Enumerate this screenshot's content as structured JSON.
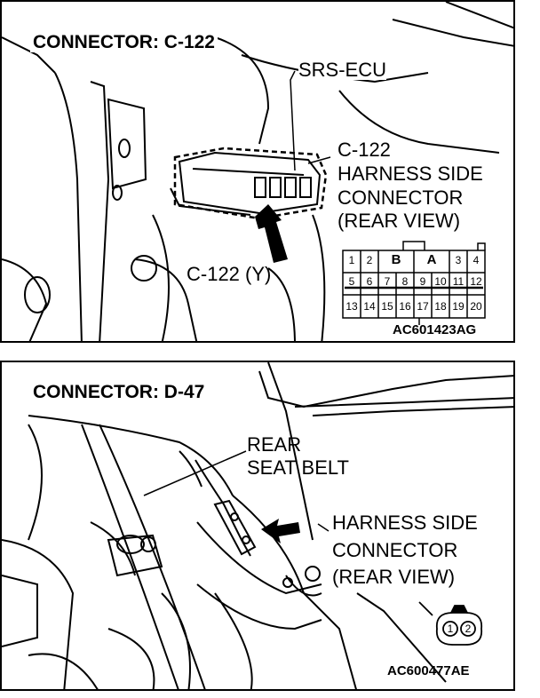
{
  "top": {
    "title": "CONNECTOR: C-122",
    "srs_ecu_label": "SRS-ECU",
    "callout_label": "C-122 (Y)",
    "connector_label": [
      "C-122",
      "HARNESS SIDE",
      "CONNECTOR",
      "(REAR VIEW)"
    ],
    "pins_row1": [
      "1",
      "2",
      "B",
      "A",
      "3",
      "4"
    ],
    "pins_row2": [
      "5",
      "6",
      "7",
      "8",
      "9",
      "10",
      "11",
      "12"
    ],
    "pins_row3": [
      "13",
      "14",
      "15",
      "16",
      "17",
      "18",
      "19",
      "20"
    ],
    "figure_code": "AC601423AG"
  },
  "bottom": {
    "title": "CONNECTOR: D-47",
    "part_label": [
      "REAR",
      "SEAT BELT"
    ],
    "connector_label": [
      "HARNESS SIDE",
      "CONNECTOR",
      "(REAR VIEW)"
    ],
    "pins": [
      "1",
      "2"
    ],
    "figure_code": "AC600477AE"
  }
}
